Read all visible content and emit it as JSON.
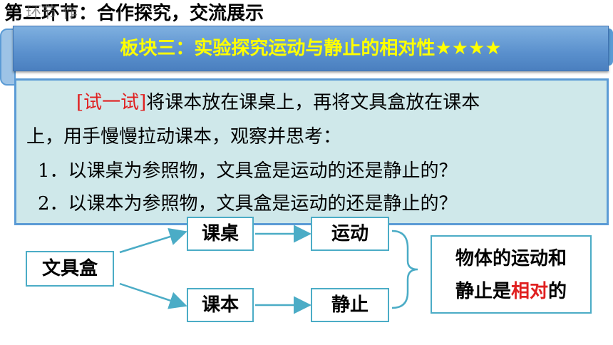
{
  "heading": {
    "text": "第二环节：合作探究，交流展示",
    "overlap_text": "环节 作"
  },
  "banner": {
    "title": "板块三：实验探究运动与静止的相对性★★★★"
  },
  "task": {
    "bracket_label": "[试一试]",
    "line1": "将课本放在课桌上，再将文具盒放在课本",
    "line2": "上，用手慢慢拉动课本，观察并思考：",
    "q1": "1．以课桌为参照物，文具盒是运动的还是静止的？",
    "q2": "2．以课本为参照物，文具盒是运动的还是静止的？"
  },
  "diagram": {
    "object": "文具盒",
    "ref1": "课桌",
    "ref2": "课本",
    "state1": "运动",
    "state2": "静止",
    "conclusion_line1": "物体的运动和",
    "conclusion_pre": "静止是",
    "conclusion_highlight": "相对",
    "conclusion_post": "的"
  },
  "colors": {
    "banner_text": "#ffff00",
    "highlight": "#e02020",
    "box_border": "#4bacc6",
    "panel_bg": "#cfe8ea"
  }
}
